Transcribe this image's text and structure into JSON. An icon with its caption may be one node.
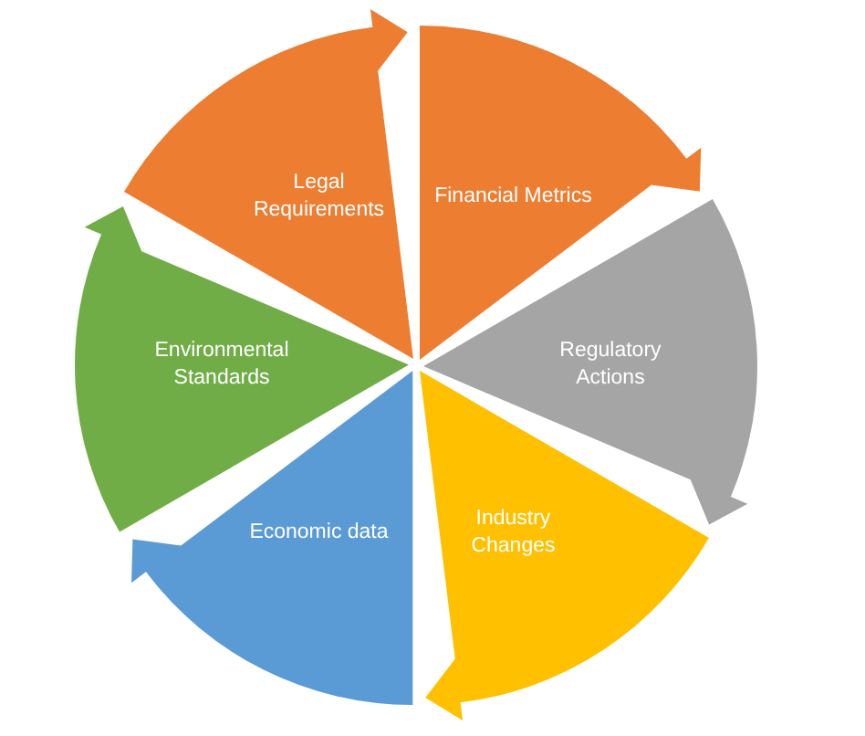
{
  "diagram": {
    "nodes": [
      {
        "text": [
          "Legal Requirements"
        ]
      },
      {
        "text": [
          "Financial Metrics"
        ]
      },
      {
        "text": [
          "Regulatory Actions"
        ]
      },
      {
        "text": [
          "Industry Changes"
        ]
      },
      {
        "text": [
          "Economic data"
        ]
      },
      {
        "text": [
          "Environmental Standards"
        ]
      }
    ]
  }
}
